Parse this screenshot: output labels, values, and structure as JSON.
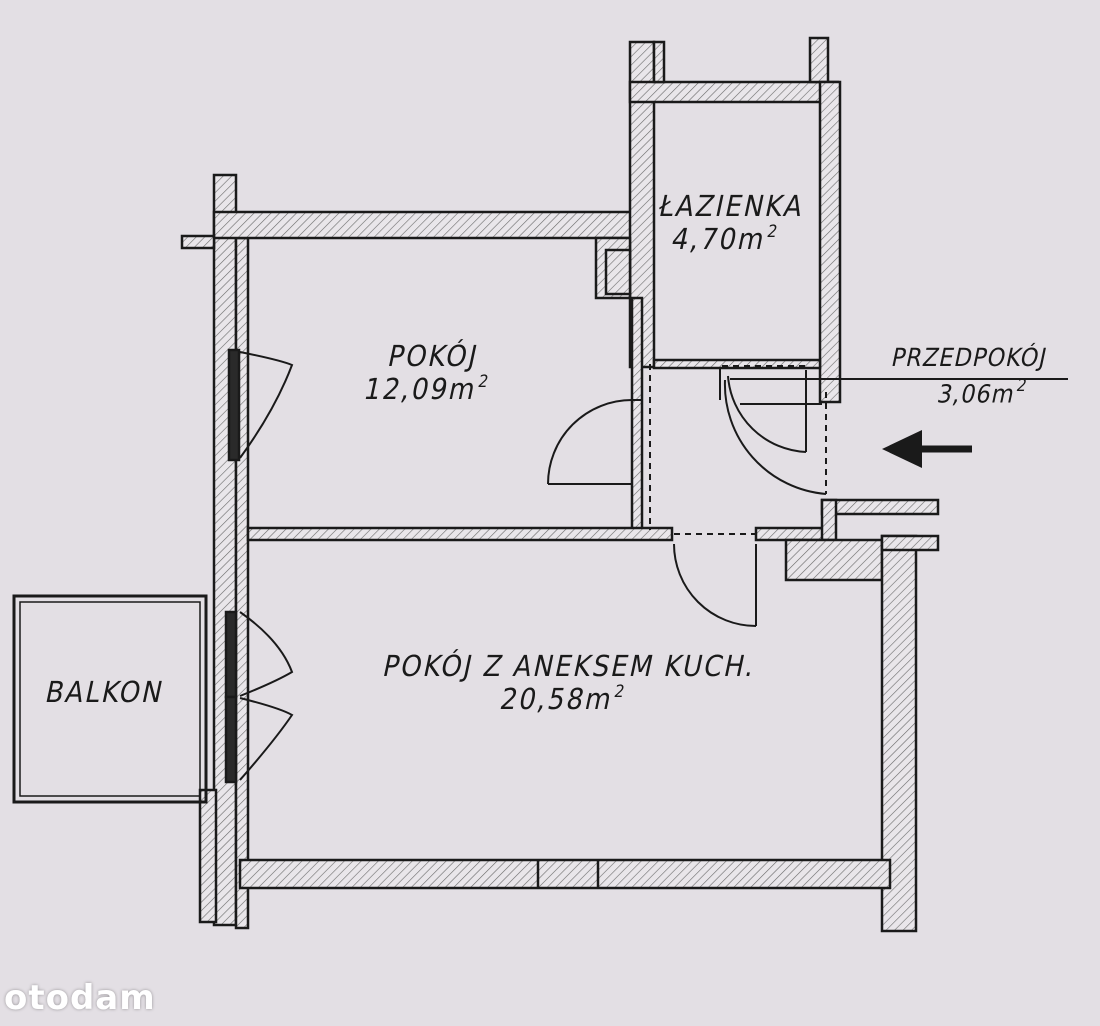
{
  "rooms": {
    "lazienka": {
      "name": "ŁAZIENKA",
      "area": "4,70m",
      "unit_exp": "2"
    },
    "pokoj": {
      "name": "POKÓJ",
      "area": "12,09m",
      "unit_exp": "2"
    },
    "przedpokoj": {
      "name": "PRZEDPOKÓJ",
      "area": "3,06m",
      "unit_exp": "2"
    },
    "pokoj_aneks": {
      "name": "POKÓJ Z ANEKSEM KUCH.",
      "area": "20,58m",
      "unit_exp": "2"
    },
    "balkon": {
      "name": "BALKON"
    }
  },
  "brand": "otodam",
  "colors": {
    "background": "#e3dfe4",
    "line": "#1a1a1a",
    "hatch": "#555555"
  }
}
